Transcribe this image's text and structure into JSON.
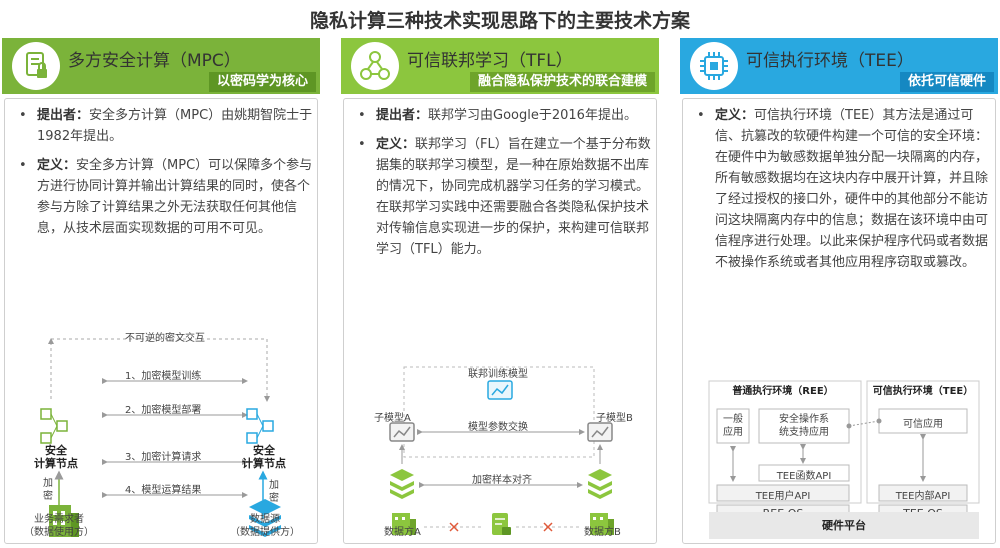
{
  "title": "隐私计算三种技术实现思路下的主要技术方案",
  "colors": {
    "mpc": "#7bb33a",
    "tfl": "#8cc63e",
    "tee": "#29a8e0",
    "dark_green": "#4f8a1e"
  },
  "panels": {
    "mpc": {
      "name": "多方安全计算（MPC）",
      "sub": "以密码学为核心",
      "icon": "secure-doc-icon",
      "b1_key": "提出者：",
      "b1_text": "安全多方计算（MPC）由姚期智院士于1982年提出。",
      "b2_key": "定义：",
      "b2_text": "安全多方计算（MPC）可以保障多个参与方进行协同计算并输出计算结果的同时，使各个参与方除了计算结果之外无法获取任何其他信息，从技术层面实现数据的可用不可见。",
      "diagram": {
        "top": "不可逆的密文交互",
        "steps": [
          "1、加密模型训练",
          "2、加密模型部署",
          "3、加密计算请求",
          "4、模型运算结果"
        ],
        "node_l": "安全\n计算节点",
        "node_r": "安全\n计算节点",
        "enc_l": "加\n密",
        "enc_r": "加\n密",
        "party_l": "业务需求者\n（数据使用方）",
        "party_r": "数据源\n（数据提供方）"
      }
    },
    "tfl": {
      "name": "可信联邦学习（TFL）",
      "sub": "融合隐私保护技术的联合建模",
      "icon": "federated-nodes-icon",
      "b1_key": "提出者：",
      "b1_text": "联邦学习由Google于2016年提出。",
      "b2_key": "定义：",
      "b2_text": "联邦学习（FL）旨在建立一个基于分布数据集的联邦学习模型，是一种在原始数据不出库的情况下，协同完成机器学习任务的学习模式。在联邦学习实践中还需要融合各类隐私保护技术对传输信息实现进一步的保护，来构建可信联邦学习（TFL）能力。",
      "diagram": {
        "fed": "联邦训练模型",
        "sub_a": "子模型A",
        "sub_b": "子模型B",
        "exchange": "模型参数交换",
        "align": "加密样本对齐",
        "party_a": "数据方A",
        "party_b": "数据方B"
      }
    },
    "tee": {
      "name": "可信执行环境（TEE）",
      "sub": "依托可信硬件",
      "icon": "chip-icon",
      "b1_key": "定义：",
      "b1_text": "可信执行环境（TEE）其方法是通过可信、抗篡改的软硬件构建一个可信的安全环境：在硬件中为敏感数据单独分配一块隔离的内存，所有敏感数据均在这块内存中展开计算，并且除了经过授权的接口外，硬件中的其他部分不能访问这块隔离内存中的信息；数据在该环境中由可信程序进行处理。以此来保护程序代码或者数据不被操作系统或者其他应用程序窃取或篡改。",
      "diagram": {
        "ree": "普通执行环境（REE）",
        "tee": "可信执行环境（TEE）",
        "app": "一般\n应用",
        "secure": "安全操作系\n统支持应用",
        "tee_func": "TEE函数API",
        "tee_user": "TEE用户API",
        "ree_os": "REE OS",
        "trusted_app": "可信应用",
        "tee_internal": "TEE内部API",
        "tee_os": "TEE OS",
        "hw": "硬件平台"
      }
    }
  }
}
